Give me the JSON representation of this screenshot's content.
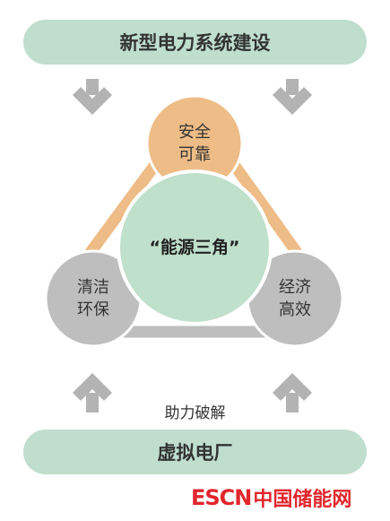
{
  "colors": {
    "pill": "#bfdece",
    "arrow": "#b3b3b3",
    "orange": "#eebc86",
    "green": "#bfe0cb",
    "gray": "#bebebe",
    "logo_red": "#e1262c"
  },
  "top_bar": {
    "label": "新型电力系统建设"
  },
  "bottom_bar": {
    "label": "虚拟电厂"
  },
  "center": {
    "label": "“能源三角”"
  },
  "nodes": {
    "top": {
      "line1": "安全",
      "line2": "可靠"
    },
    "left": {
      "line1": "清洁",
      "line2": "环保"
    },
    "right": {
      "line1": "经济",
      "line2": "高效"
    }
  },
  "helper": {
    "label": "助力破解"
  },
  "logo": {
    "en": "ESCN",
    "cn": "中国储能网"
  },
  "icons": {
    "top_arrows": "arrow-down-icon",
    "bottom_arrows": "arrow-up-icon"
  }
}
